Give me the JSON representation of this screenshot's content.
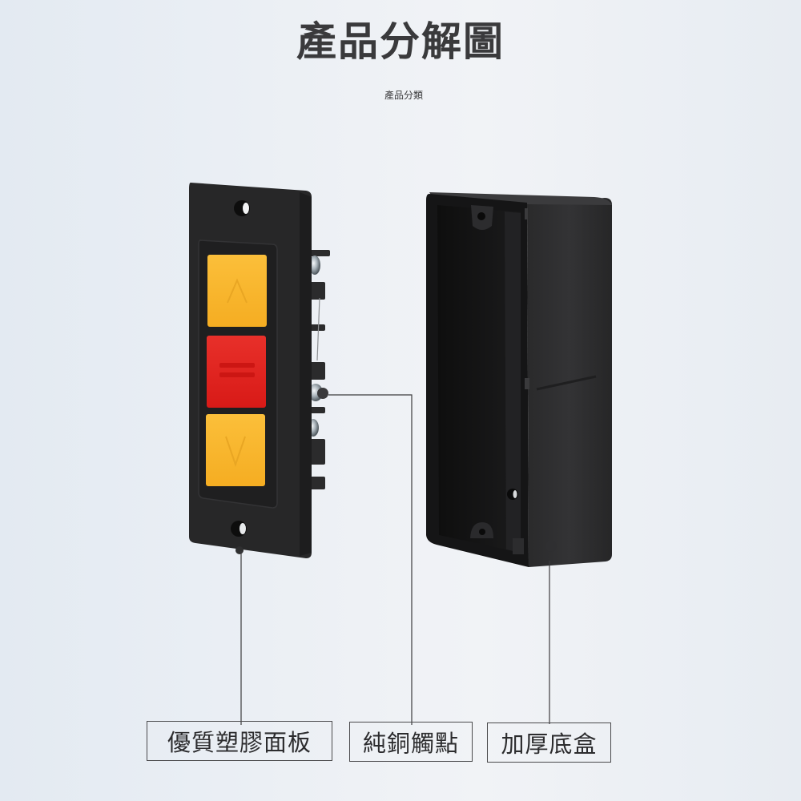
{
  "header": {
    "title": "產品分解圖",
    "subtitle": "產品分類"
  },
  "product": {
    "panel": {
      "buttons": [
        {
          "name": "up",
          "symbol": "∧",
          "color": "#f7b52c"
        },
        {
          "name": "stop",
          "symbol": "═",
          "color": "#e0201c"
        },
        {
          "name": "down",
          "symbol": "∨",
          "color": "#f7b52c"
        }
      ],
      "body_color": "#262626"
    },
    "base_box": {
      "color": "#1c1c1c"
    }
  },
  "callouts": [
    {
      "id": "panel",
      "label": "優質塑膠面板"
    },
    {
      "id": "contact",
      "label": "純銅觸點"
    },
    {
      "id": "base",
      "label": "加厚底盒"
    }
  ],
  "colors": {
    "background": "#eceff4",
    "text": "#3a3a3c",
    "line": "#3c3c3e",
    "accent_yellow": "#f7b52c",
    "accent_red": "#e0201c"
  }
}
